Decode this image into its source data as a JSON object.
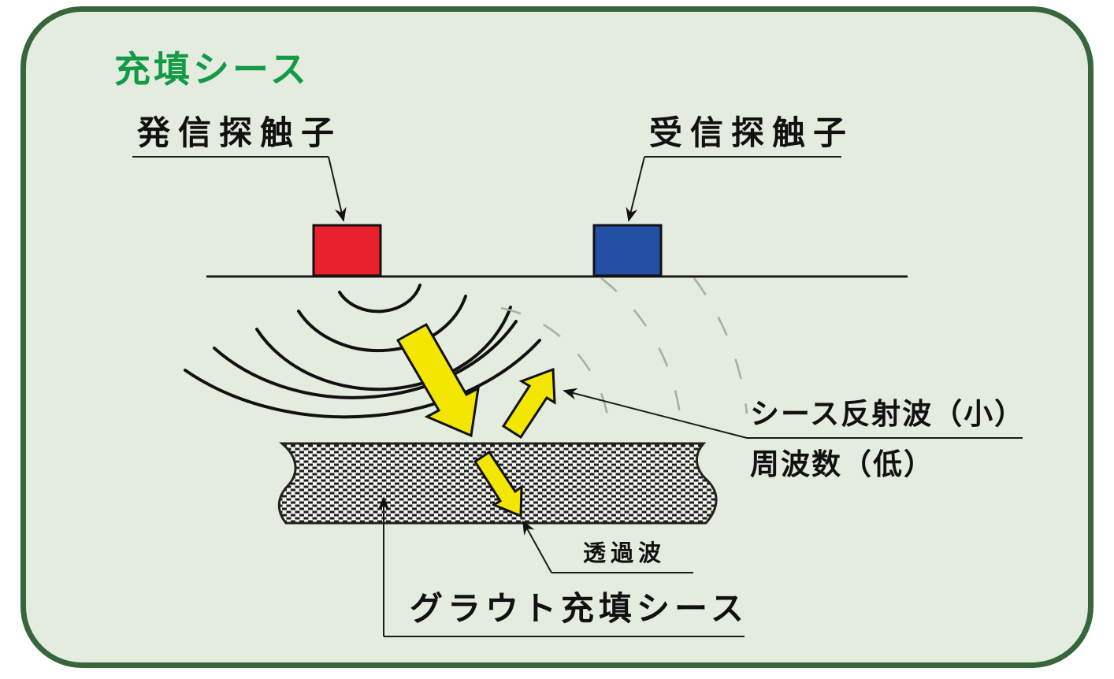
{
  "panel": {
    "title": "充填シース"
  },
  "labels": {
    "transmit_probe": "発信探触子",
    "receive_probe": "受信探触子",
    "sheath_reflection": "シース反射波（小）",
    "frequency": "周波数（低）",
    "transmitted_wave": "透過波",
    "grout_sheath": "グラウト充填シース"
  },
  "colors": {
    "panel_background": "#e4ecdf",
    "panel_border": "#38663c",
    "title_green": "#129a46",
    "probe_red": "#e8212c",
    "probe_blue": "#2350a5",
    "arrow_yellow": "#f3e600",
    "line_black": "#1a1a1a",
    "dashed_gray": "#ababab"
  }
}
